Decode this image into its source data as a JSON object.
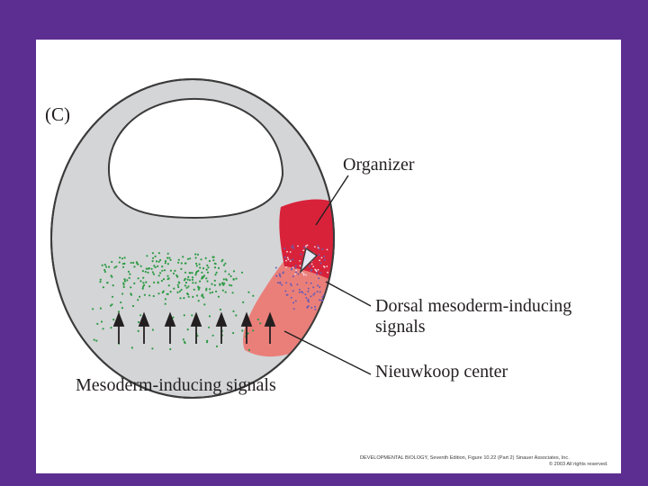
{
  "slide": {
    "background_color": "#5c2e91",
    "panel_color": "#ffffff"
  },
  "figure": {
    "panel_letter": "(C)",
    "labels": {
      "organizer": "Organizer",
      "dorsal_line1": "Dorsal mesoderm-inducing",
      "dorsal_line2": "signals",
      "nieuwkoop": "Nieuwkoop center",
      "mesoderm": "Mesoderm-inducing signals"
    },
    "colors": {
      "embryo_gray": "#d4d5d7",
      "organizer_red": "#d8223a",
      "nieuwkoop_salmon": "#ea7f7a",
      "green_dots": "#2e9b45",
      "purple_dots": "#6a5bb0"
    },
    "credit_line1": "DEVELOPMENTAL BIOLOGY, Seventh Edition, Figure 10.22 (Part 2)  Sinauer Associates, Inc.",
    "credit_line2": "© 2003 All rights reserved."
  }
}
